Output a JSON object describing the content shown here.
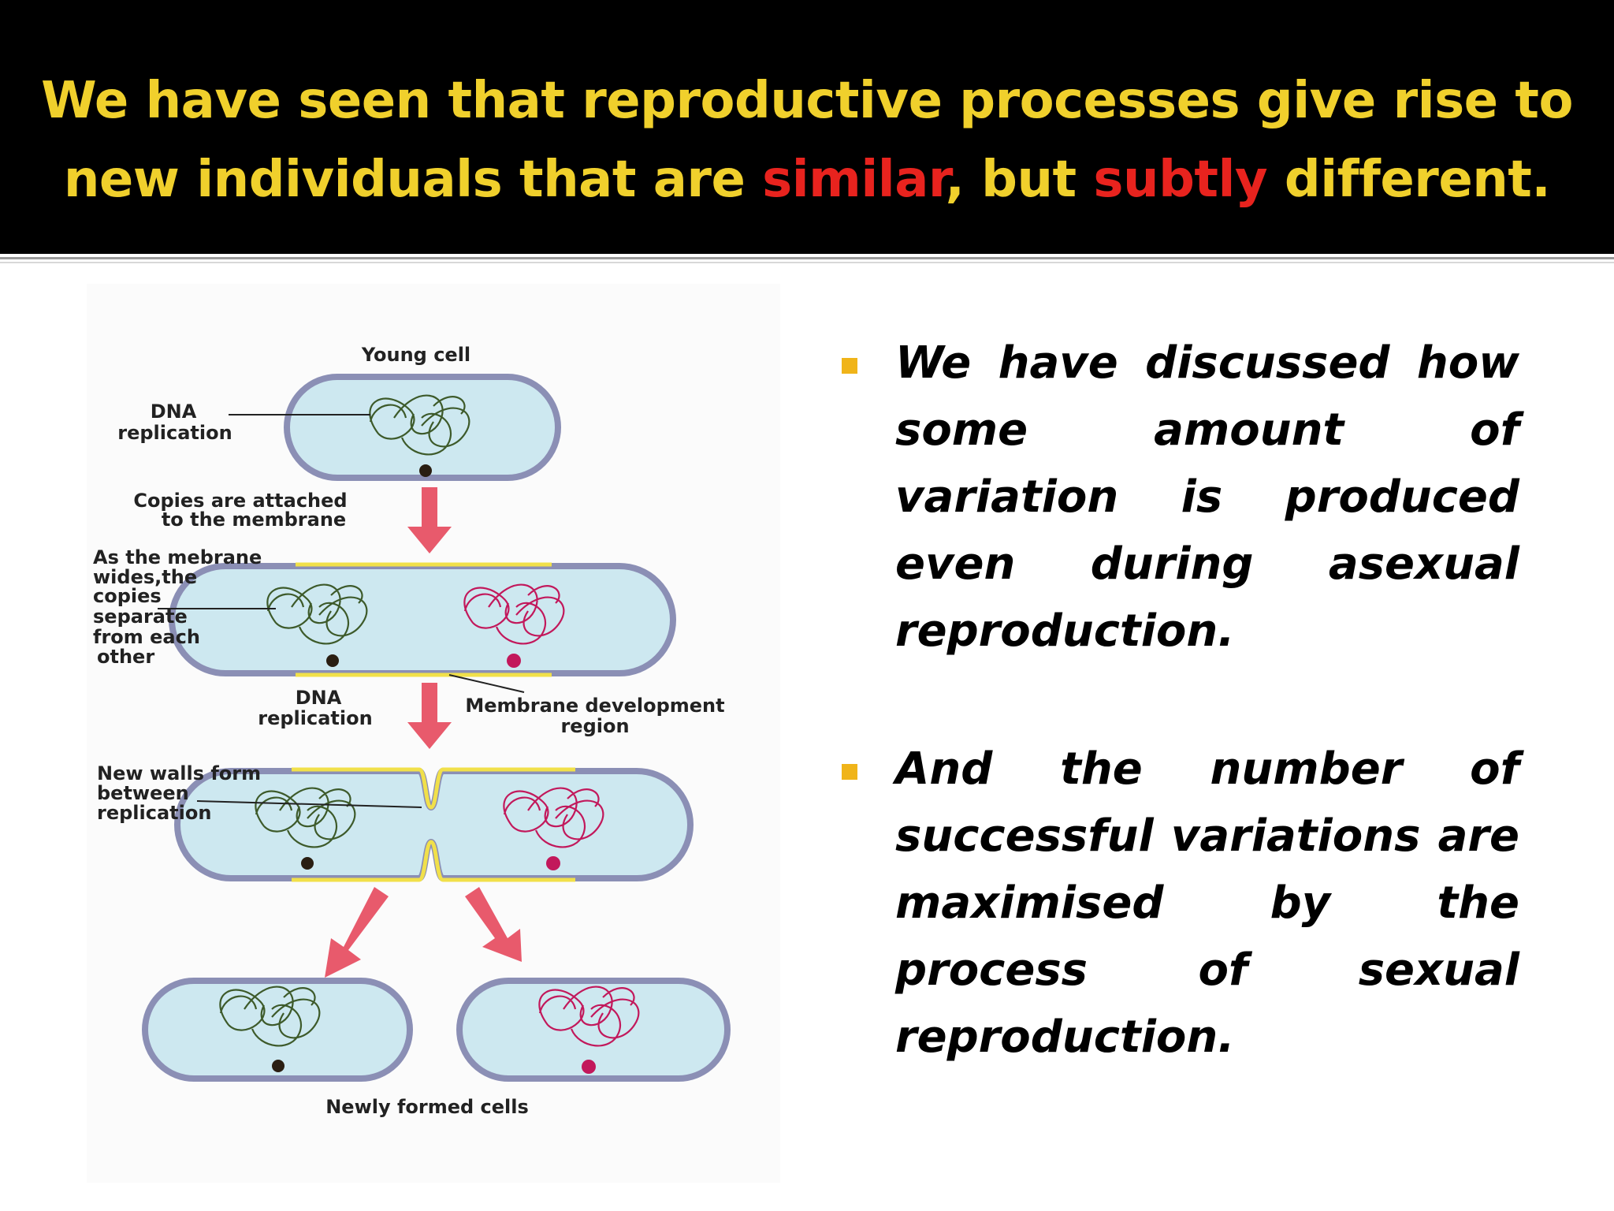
{
  "title": {
    "part1": "We have seen that reproductive processes give rise to new individuals that are ",
    "highlight1": "similar",
    "part2": ", but ",
    "highlight2": "subtly",
    "part3": " different."
  },
  "diagram": {
    "labels": {
      "young_cell": "Young cell",
      "dna_replication_1a": "DNA",
      "dna_replication_1b": "replication",
      "copies_attached_1": "Copies are attached",
      "copies_attached_2": "to the membrane",
      "membrane_widens_1": "As the mebrane",
      "membrane_widens_2": "wides,the",
      "membrane_widens_3": "copies",
      "membrane_widens_4": "separate",
      "membrane_widens_5": "from each",
      "membrane_widens_6": "other",
      "dna_replication_2a": "DNA",
      "dna_replication_2b": "replication",
      "membrane_dev_1": "Membrane development",
      "membrane_dev_2": "region",
      "new_walls_1": "New walls form",
      "new_walls_2": "between",
      "new_walls_3": "replication",
      "newly_formed": "Newly formed cells"
    },
    "colors": {
      "cell_fill": "#cde8f0",
      "cell_outline": "#8b8fb5",
      "membrane_region": "#f1e04a",
      "arrow": "#e85a6c",
      "dna_dark": "#3d5a2a",
      "dna_red": "#c2185b"
    }
  },
  "bullets": [
    {
      "text": "We have discussed how some amount of variation is produced even during asexual reproduction."
    },
    {
      "text": "And the number of successful variations are maximised by the process of sexual reproduction."
    }
  ],
  "colors": {
    "header_bg": "#000000",
    "title_color": "#f0d02c",
    "highlight_color": "#e8231e",
    "bullet_marker": "#f0b419"
  }
}
